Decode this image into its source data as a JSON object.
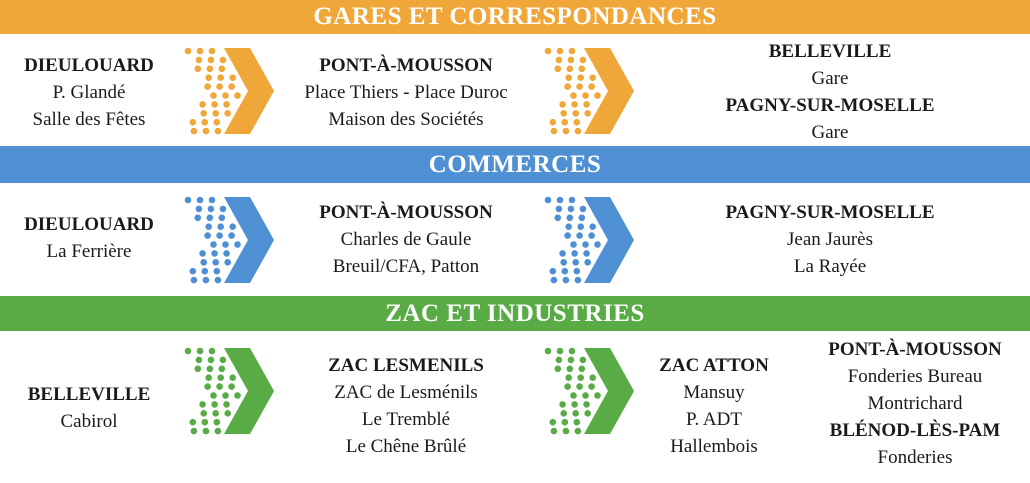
{
  "colors": {
    "orange": "#f0a73a",
    "blue": "#4e90d3",
    "green": "#58ab45"
  },
  "sections": [
    {
      "title": "GARES ET CORRESPONDANCES",
      "color": "orange",
      "columns": [
        {
          "lines": [
            {
              "t": "DIEULOUARD",
              "b": true
            },
            {
              "t": "P. Glandé"
            },
            {
              "t": "Salle des Fêtes"
            }
          ]
        },
        {
          "lines": [
            {
              "t": "PONT-À-MOUSSON",
              "b": true
            },
            {
              "t": "Place Thiers - Place Duroc"
            },
            {
              "t": "Maison des Sociétés"
            }
          ]
        },
        {
          "lines": [
            {
              "t": "BELLEVILLE",
              "b": true
            },
            {
              "t": "Gare"
            },
            {
              "t": "PAGNY-SUR-MOSELLE",
              "b": true
            },
            {
              "t": "Gare"
            }
          ]
        }
      ]
    },
    {
      "title": "COMMERCES",
      "color": "blue",
      "columns": [
        {
          "lines": [
            {
              "t": "DIEULOUARD",
              "b": true
            },
            {
              "t": "La Ferrière"
            }
          ]
        },
        {
          "lines": [
            {
              "t": "PONT-À-MOUSSON",
              "b": true
            },
            {
              "t": "Charles de Gaule"
            },
            {
              "t": "Breuil/CFA, Patton"
            }
          ]
        },
        {
          "lines": [
            {
              "t": "PAGNY-SUR-MOSELLE",
              "b": true
            },
            {
              "t": "Jean Jaurès"
            },
            {
              "t": "La Rayée"
            }
          ]
        }
      ]
    },
    {
      "title": "ZAC ET INDUSTRIES",
      "color": "green",
      "columns": [
        {
          "lines": [
            {
              "t": "BELLEVILLE",
              "b": true
            },
            {
              "t": "Cabirol"
            }
          ]
        },
        {
          "lines": [
            {
              "t": "ZAC LESMENILS",
              "b": true
            },
            {
              "t": "ZAC de Lesménils"
            },
            {
              "t": "Le Tremblé"
            },
            {
              "t": "Le Chêne Brûlé"
            }
          ]
        },
        {
          "lines": [
            {
              "t": "ZAC ATTON",
              "b": true
            },
            {
              "t": "Mansuy"
            },
            {
              "t": "P. ADT"
            },
            {
              "t": "Hallembois"
            }
          ]
        },
        {
          "lines": [
            {
              "t": "PONT-À-MOUSSON",
              "b": true
            },
            {
              "t": "Fonderies Bureau"
            },
            {
              "t": "Montrichard"
            },
            {
              "t": "BLÉNOD-LÈS-PAM",
              "b": true
            },
            {
              "t": "Fonderies"
            }
          ]
        }
      ]
    }
  ]
}
